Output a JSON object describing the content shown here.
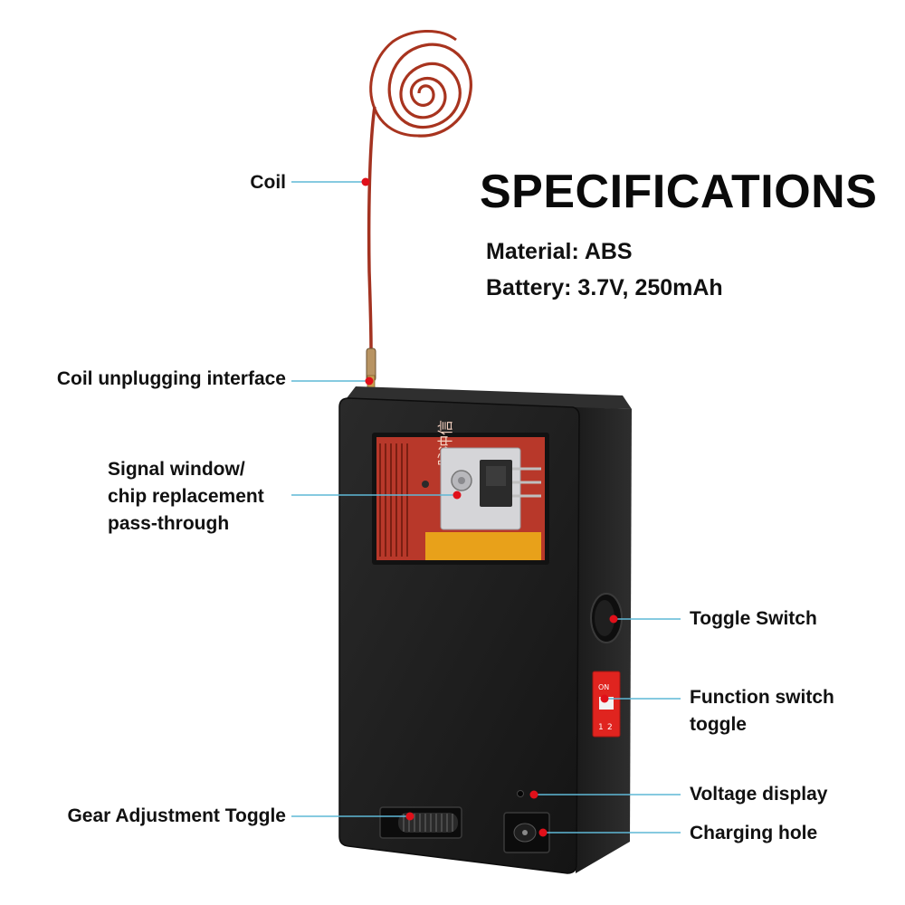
{
  "specifications": {
    "title": "SPECIFICATIONS",
    "material": "Material: ABS",
    "battery": "Battery: 3.7V, 250mAh"
  },
  "callouts": {
    "coil": "Coil",
    "coil_interface": "Coil unplugging interface",
    "signal_window_line1": "Signal window/",
    "signal_window_line2": "chip replacement",
    "signal_window_line3": "pass-through",
    "gear_adjustment": "Gear Adjustment Toggle",
    "toggle_switch": "Toggle Switch",
    "function_switch_line1": "Function switch",
    "function_switch_line2": "toggle",
    "voltage_display": "Voltage display",
    "charging_hole": "Charging hole"
  },
  "dip_switch": {
    "on_label": "ON",
    "pos1": "1",
    "pos2": "2"
  },
  "board_marking": "脉冲信",
  "colors": {
    "leader_line": "#5fb8d6",
    "marker_dot": "#e0101a",
    "case": "#1c1c1c",
    "coil_copper": "#a8341f",
    "dip_switch": "#e0241f",
    "battery": "#e8a11a"
  }
}
